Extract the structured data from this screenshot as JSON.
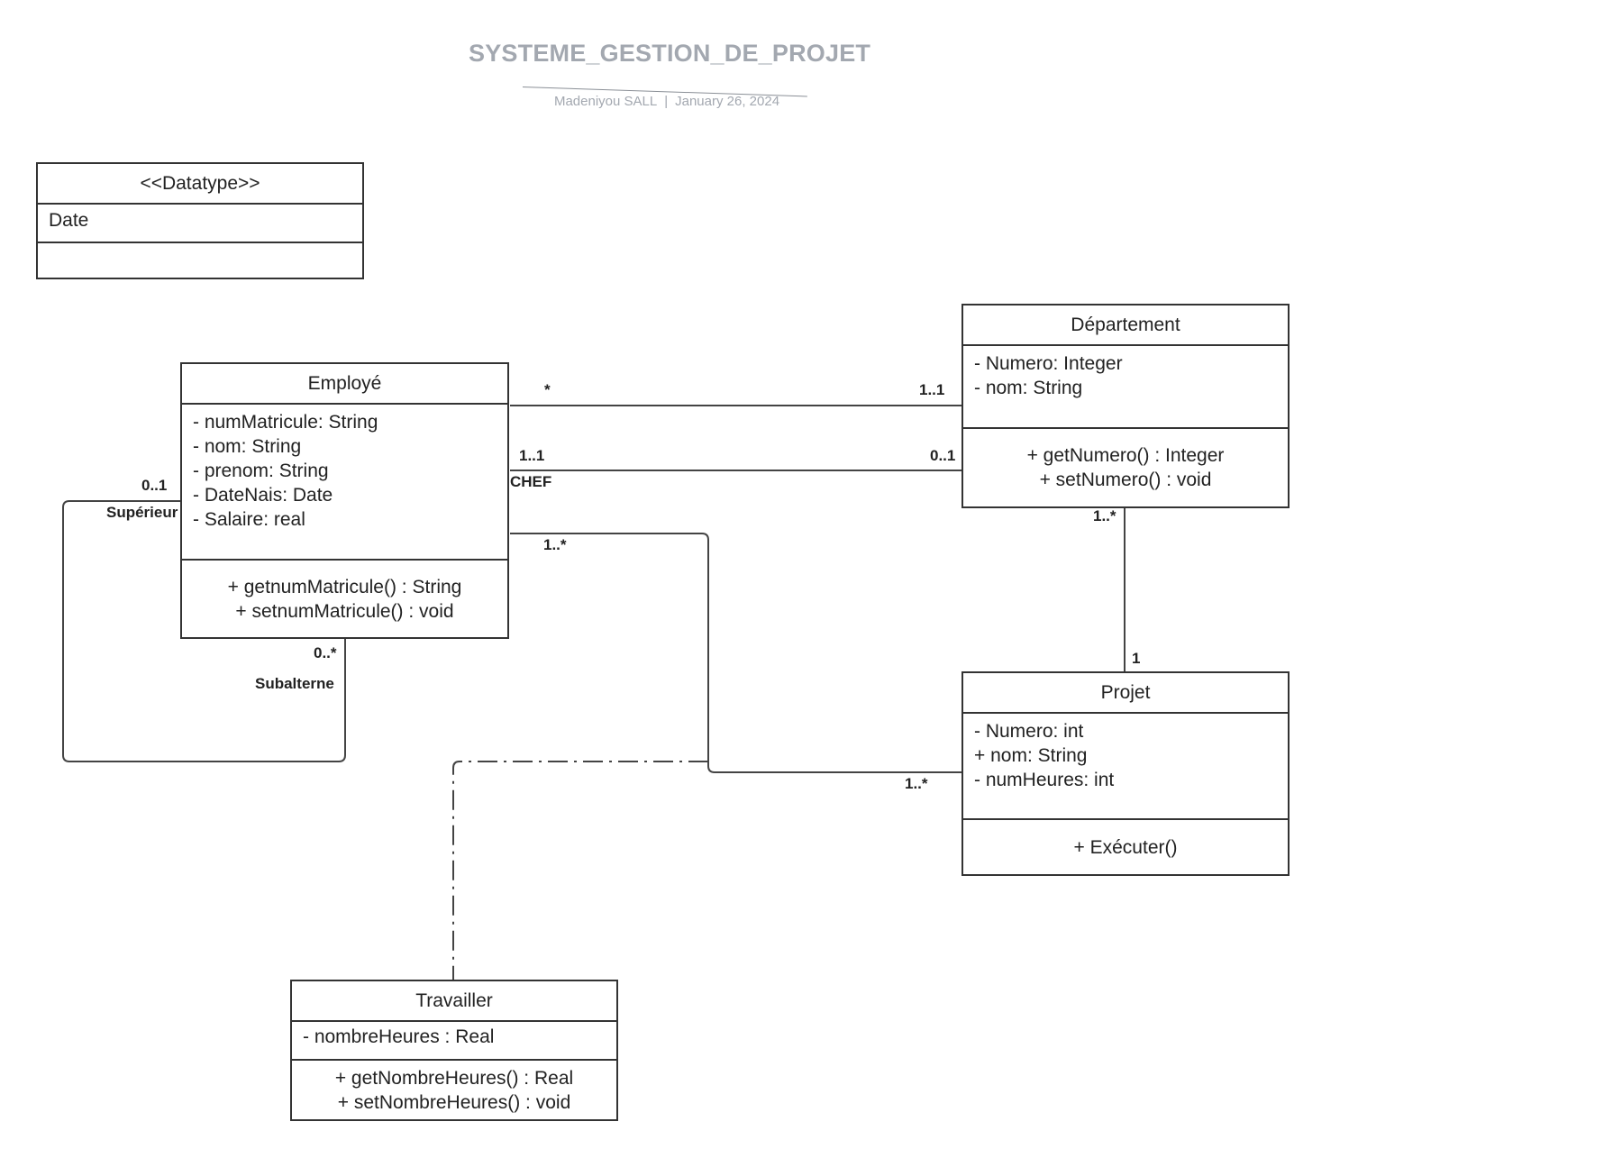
{
  "header": {
    "title": "SYSTEME_GESTION_DE_PROJET",
    "author": "Madeniyou SALL",
    "separator": "|",
    "date": "January 26, 2024"
  },
  "classes": {
    "datatype": {
      "stereotype": "<<Datatype>>",
      "name": "Date"
    },
    "employe": {
      "name": "Employé",
      "attributes": [
        "- numMatricule: String",
        "- nom: String",
        "- prenom: String",
        "- DateNais: Date",
        "- Salaire: real"
      ],
      "operations": [
        "+ getnumMatricule() : String",
        "+ setnumMatricule() : void"
      ]
    },
    "departement": {
      "name": "Département",
      "attributes": [
        "- Numero: Integer",
        "- nom: String"
      ],
      "operations": [
        "+ getNumero() : Integer",
        "+ setNumero() : void"
      ]
    },
    "projet": {
      "name": "Projet",
      "attributes": [
        "- Numero: int",
        "+ nom: String",
        "- numHeures: int"
      ],
      "operations": [
        "+ Exécuter()"
      ]
    },
    "travailler": {
      "name": "Travailler",
      "attributes": [
        "- nombreHeures : Real"
      ],
      "operations": [
        "+ getNombreHeures() : Real",
        "+ setNombreHeures() : void"
      ]
    }
  },
  "multiplicities": {
    "emp_dept_star": "*",
    "emp_dept_11": "1..1",
    "chef_emp": "1..1",
    "chef_dept": "0..1",
    "chef_role": "CHEF",
    "sup_mult": "0..1",
    "sup_role": "Supérieur",
    "sub_mult": "0..*",
    "sub_role": "Subalterne",
    "emp_proj_emp": "1..*",
    "emp_proj_proj": "1..*",
    "dept_proj_dept": "1..*",
    "dept_proj_proj": "1"
  },
  "colors": {
    "line": "#444444",
    "title": "#a3a8b0"
  }
}
